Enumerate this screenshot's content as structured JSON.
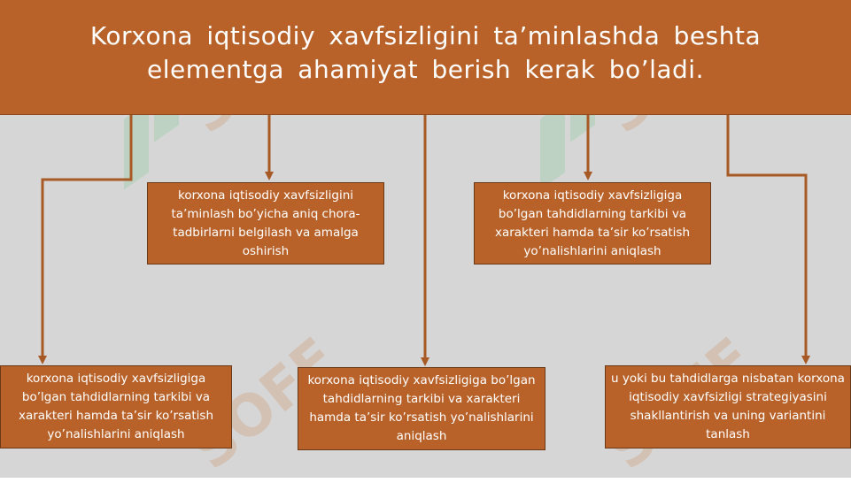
{
  "header": {
    "title": "Korxona  iqtisodiy  xavfsizligini  ta’minlashda  beshta  elementga  ahamiyat  berish kerak bo’ladi."
  },
  "boxes": [
    {
      "text": "korxona  iqtisodiy  xavfsizligini  ta’minlash bo’yicha  aniq  chora-tadbirlarni  belgilash  va amalga  oshirish"
    },
    {
      "text": "korxona  iqtisodiy  xavfsizligiga  bo’lgan  tahdidlarning  tarkibi  va  xarakteri  hamda ta’sir ko’rsatish  yo’nalishlarini  aniqlash"
    },
    {
      "text": "korxona  iqtisodiy  xavfsizligiga  bo’lgan  tahdidlarning  tarkibi  va  xarakteri  hamda ta’sir ko’rsatish  yo’nalishlarini  aniqlash"
    },
    {
      "text": "korxona  iqtisodiy  xavfsizligiga  bo’lgan  tahdidlarning  tarkibi  va  xarakteri  hamda ta’sir ko’rsatish  yo’nalishlarini  aniqlash"
    },
    {
      "text": "u yoki bu  tahdidlarga  nisbatan  korxona  iqtisodiy  xavfsizligi  strategiyasini  shakllantirish  va  uning  variantini  tanlash"
    }
  ],
  "watermark": {
    "text": "SOFF"
  },
  "colors": {
    "box_fill": "#b8622a",
    "arrow": "#a85a26",
    "background": "#d6d6d6"
  }
}
